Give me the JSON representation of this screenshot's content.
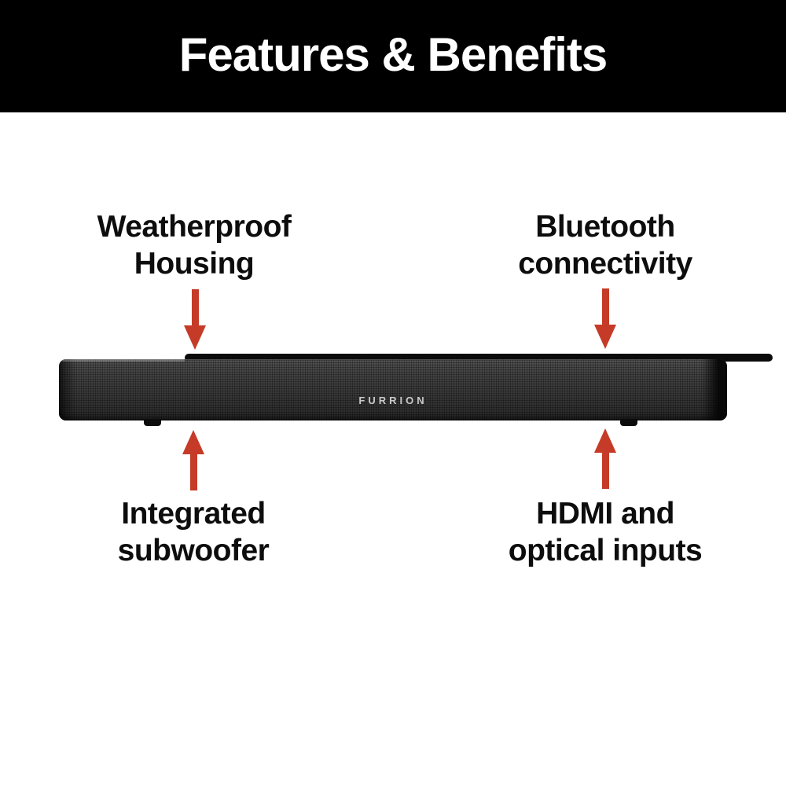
{
  "header": {
    "title": "Features & Benefits"
  },
  "product": {
    "brand": "FURRION"
  },
  "callouts": [
    {
      "id": "weatherproof-housing",
      "lines": [
        "Weatherproof",
        "Housing"
      ],
      "arrow_direction": "down"
    },
    {
      "id": "bluetooth-connectivity",
      "lines": [
        "Bluetooth",
        "connectivity"
      ],
      "arrow_direction": "down"
    },
    {
      "id": "integrated-subwoofer",
      "lines": [
        "Integrated",
        "subwoofer"
      ],
      "arrow_direction": "up"
    },
    {
      "id": "hdmi-optical-inputs",
      "lines": [
        "HDMI and",
        "optical inputs"
      ],
      "arrow_direction": "up"
    }
  ],
  "colors": {
    "accent": "#c53b28",
    "header-bg": "#000000",
    "header-text": "#ffffff",
    "label-text": "#0d0d0d",
    "page-bg": "#ffffff"
  }
}
